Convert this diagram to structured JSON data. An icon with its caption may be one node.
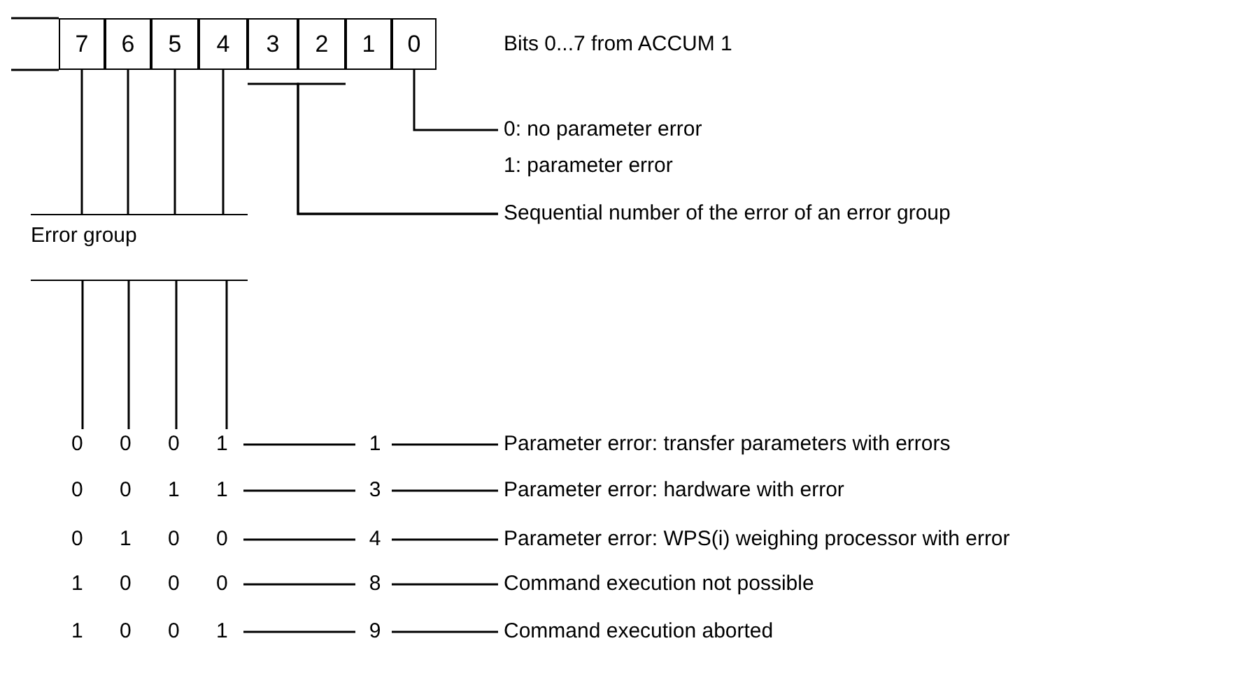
{
  "diagram": {
    "nodes": [
      {
        "text": [
          "7"
        ]
      },
      {
        "text": [
          "6"
        ]
      },
      {
        "text": [
          "5"
        ]
      },
      {
        "text": [
          "4"
        ]
      },
      {
        "text": [
          "3"
        ]
      },
      {
        "text": [
          "2"
        ]
      },
      {
        "text": [
          "1"
        ]
      },
      {
        "text": [
          "0"
        ]
      },
      {
        "text": [
          "0: no parameter error",
          "1: parameter error"
        ]
      },
      {
        "text": [
          "Sequential number of the error of an error group"
        ]
      },
      {
        "text": [
          "Error group"
        ]
      },
      {
        "text": [
          "0 0 0 1"
        ]
      },
      {
        "text": [
          "1"
        ]
      },
      {
        "text": [
          "Parameter error: transfer parameters with errors"
        ]
      },
      {
        "text": [
          "0 0 1 1"
        ]
      },
      {
        "text": [
          "3"
        ]
      },
      {
        "text": [
          "Parameter error: hardware with error"
        ]
      },
      {
        "text": [
          "0 1 0 0"
        ]
      },
      {
        "text": [
          "4"
        ]
      },
      {
        "text": [
          "Parameter error: WPS(i) weighing processor with error"
        ]
      },
      {
        "text": [
          "1 0 0 0"
        ]
      },
      {
        "text": [
          "8"
        ]
      },
      {
        "text": [
          "Command execution not possible"
        ]
      },
      {
        "text": [
          "1 0 0 1"
        ]
      },
      {
        "text": [
          "9"
        ]
      },
      {
        "text": [
          "Command execution aborted"
        ]
      }
    ],
    "edges": [
      {
        "from": 7,
        "to": 8,
        "arrow": "none"
      },
      {
        "from": 4,
        "to": 9,
        "arrow": "none"
      },
      {
        "from": 5,
        "to": 9,
        "arrow": "none"
      },
      {
        "from": 0,
        "to": 10,
        "arrow": "none"
      },
      {
        "from": 1,
        "to": 10,
        "arrow": "none"
      },
      {
        "from": 2,
        "to": 10,
        "arrow": "none"
      },
      {
        "from": 3,
        "to": 10,
        "arrow": "none"
      },
      {
        "from": 10,
        "to": 11,
        "arrow": "none"
      },
      {
        "from": 10,
        "to": 11,
        "arrow": "none"
      },
      {
        "from": 10,
        "to": 11,
        "arrow": "none"
      },
      {
        "from": 10,
        "to": 11,
        "arrow": "none"
      },
      {
        "from": 11,
        "to": 12,
        "arrow": "none"
      },
      {
        "from": 12,
        "to": 13,
        "arrow": "none"
      },
      {
        "from": 14,
        "to": 15,
        "arrow": "none"
      },
      {
        "from": 15,
        "to": 16,
        "arrow": "none"
      },
      {
        "from": 17,
        "to": 18,
        "arrow": "none"
      },
      {
        "from": 18,
        "to": 19,
        "arrow": "none"
      },
      {
        "from": 20,
        "to": 21,
        "arrow": "none"
      },
      {
        "from": 21,
        "to": 22,
        "arrow": "none"
      },
      {
        "from": 23,
        "to": 24,
        "arrow": "none"
      },
      {
        "from": 24,
        "to": 25,
        "arrow": "none"
      }
    ],
    "labels": [
      "Bits 0...7 from ACCUM 1"
    ]
  }
}
